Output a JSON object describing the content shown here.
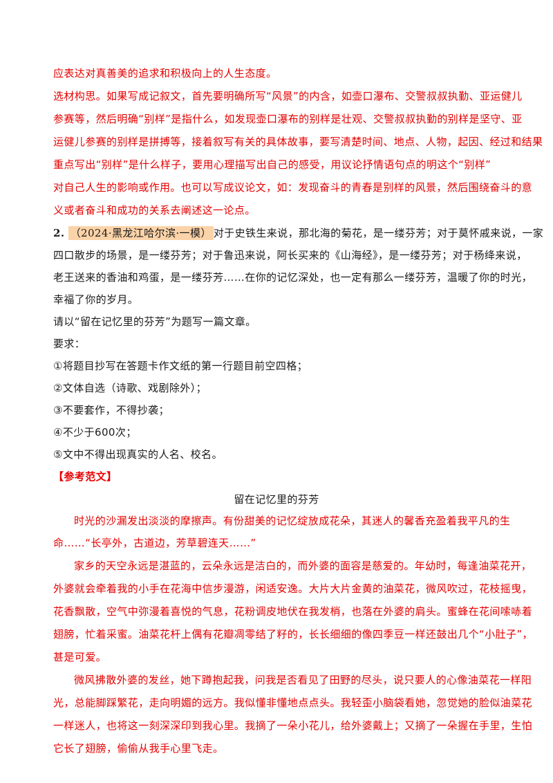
{
  "analysis": {
    "lines": [
      "应表达对真善美的追求和积极向上的人生态度。",
      "选材构思。如果写成记叙文，首先要明确所写“风景”的内含，如壶口瀑布、交警叔叔执勤、亚运健儿",
      "参赛等，然后明确“别样”是指什么，如发现壶口瀑布的别样是壮观、交警叔叔执勤的别样是坚守、亚",
      "运健儿参赛的别样是拼搏等，接着叙写有关的具体故事，要写清楚时间、地点、人物，起因、经过和结果",
      "重点写出“别样”是什么样子，要用心理描写出自己的感受，用议论抒情语句点的明这个“别样”",
      "对自己人生的影响或作用。也可以写成议论文，如：发现奋斗的青春是别样的风景，然后围绕奋斗的意",
      "义或者奋斗和成功的关系去阐述这一论点。"
    ]
  },
  "question": {
    "number": "2.",
    "source_tag": "（2024·黑龙江哈尔滨·一模）",
    "prompt_lines": [
      "对于史铁生来说，那北海的菊花，是一缕芬芳；对于莫怀戚来说，一家",
      "四口散步的场景，是一缕芬芳；对于鲁迅来说，阿长买来的《山海经》，是一缕芬芳；对于杨绛来说，",
      "老王送来的香油和鸡蛋，是一缕芬芳……在你的记忆深处，也一定有那么一缕芬芳，温暖了你的时光，",
      "幸福了你的岁月。"
    ],
    "instruction": "请以“留在记忆里的芬芳”为题写一篇文章。",
    "requirements_label": "要求：",
    "requirements": [
      "①将题目抄写在答题卡作文纸的第一行题目前空四格；",
      "②文体自选（诗歌、戏剧除外）；",
      "③不要套作，不得抄袭；",
      "④不少于600次；",
      "⑤文中不得出现真实的人名、校名。"
    ]
  },
  "sample": {
    "label": "【参考范文】",
    "title": "留在记忆里的芬芳",
    "lines": [
      "时光的沙漏发出淡淡的摩擦声。有份甜美的记忆绽放成花朵，其迷人的馨香充盈着我平凡的生",
      "命……“长亭外，古道边，芳草碧连天……”",
      "家乡的天空永远是湛蓝的，云朵永远是洁白的，而外婆的面容是慈爱的。年幼时，每逢油菜花开，",
      "外婆就会牵着我的小手在花海中信步漫游，闲适安逸。大片大片金黄的油菜花，微风吹过，花枝摇曳，",
      "花香飘散，空气中弥漫着喜悦的气息，花粉调皮地伏在我发梢，也落在外婆的肩头。蜜蜂在花间嗦哧着",
      "翅膀，忙着采蜜。油菜花杆上偶有花瓣凋零结了籽的，长长细细的像四季豆一样还鼓出几个“小肚子”，",
      "甚是可爱。",
      "微风拂散外婆的发丝，她下蹲抱起我，问我是否看见了田野的尽头，说只要人的心像油菜花一样阳",
      "光，总能脚踩繁花，走向明媚的远方。我似懂非懂地点点头。我轻歪小脑袋看她，忽觉她的脸似油菜花",
      "一样迷人，也将这一刻深深印到我心里。我摘了一朵小花儿，给外婆戴上；又摘了一朵握在手里，生怕",
      "它长了翅膀，偷偷从我手心里飞走。"
    ]
  }
}
